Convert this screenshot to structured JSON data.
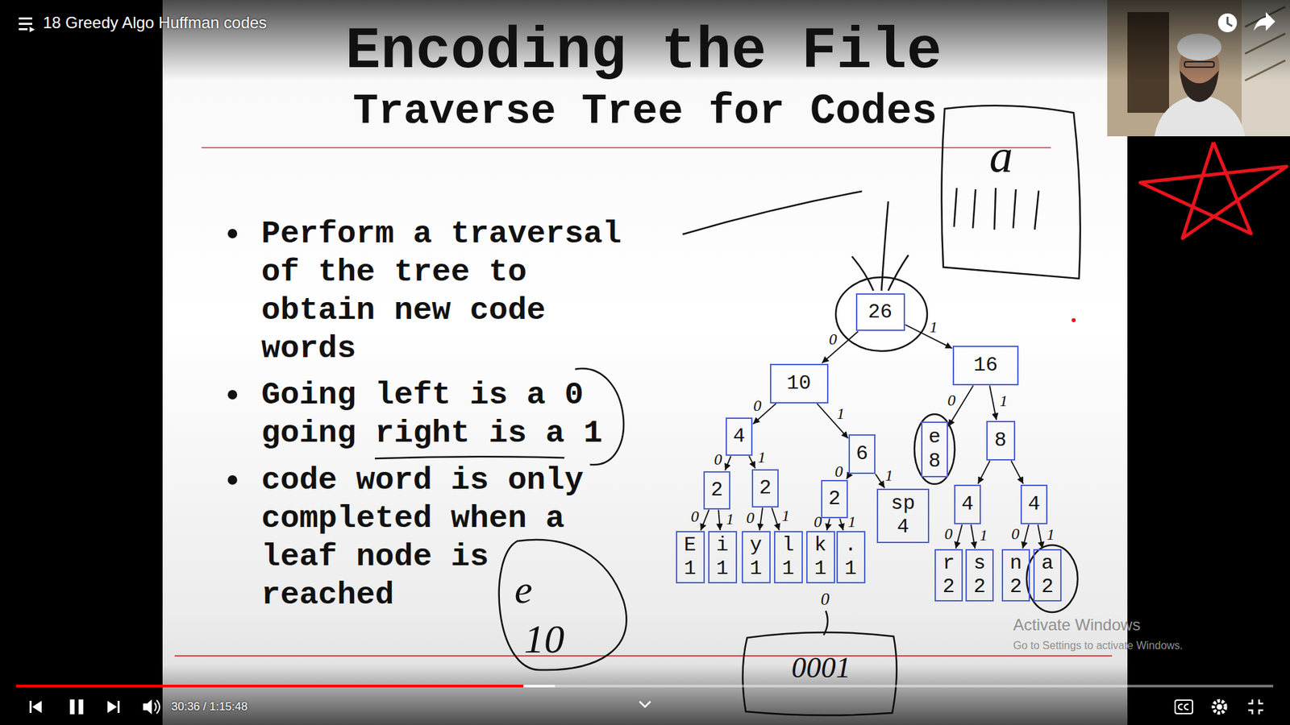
{
  "diagram": {
    "title": "Encoding the File",
    "nodes": [
      {
        "text": [
          "26"
        ]
      },
      {
        "text": [
          "10"
        ]
      },
      {
        "text": [
          "16"
        ]
      },
      {
        "text": [
          "4"
        ]
      },
      {
        "text": [
          "6"
        ]
      },
      {
        "text": [
          "e",
          "8"
        ]
      },
      {
        "text": [
          "8"
        ]
      },
      {
        "text": [
          "2"
        ]
      },
      {
        "text": [
          "2"
        ]
      },
      {
        "text": [
          "2"
        ]
      },
      {
        "text": [
          "sp",
          "4"
        ]
      },
      {
        "text": [
          "4"
        ]
      },
      {
        "text": [
          "4"
        ]
      },
      {
        "text": [
          "E",
          "1"
        ]
      },
      {
        "text": [
          "i",
          "1"
        ]
      },
      {
        "text": [
          "y",
          "1"
        ]
      },
      {
        "text": [
          "l",
          "1"
        ]
      },
      {
        "text": [
          "k",
          "1"
        ]
      },
      {
        "text": [
          ".",
          "1"
        ]
      },
      {
        "text": [
          "r",
          "2"
        ]
      },
      {
        "text": [
          "s",
          "2"
        ]
      },
      {
        "text": [
          "n",
          "2"
        ]
      },
      {
        "text": [
          "a",
          "2"
        ]
      }
    ],
    "edges": [
      {
        "from": 0,
        "to": 1,
        "arrow": "to",
        "label": "0"
      },
      {
        "from": 0,
        "to": 2,
        "arrow": "to",
        "label": "1"
      },
      {
        "from": 1,
        "to": 3,
        "arrow": "to",
        "label": "0"
      },
      {
        "from": 1,
        "to": 4,
        "arrow": "to",
        "label": "1"
      },
      {
        "from": 2,
        "to": 5,
        "arrow": "to",
        "label": "0"
      },
      {
        "from": 2,
        "to": 6,
        "arrow": "to",
        "label": "1"
      },
      {
        "from": 3,
        "to": 7,
        "arrow": "to",
        "label": "0"
      },
      {
        "from": 3,
        "to": 8,
        "arrow": "to",
        "label": "1"
      },
      {
        "from": 4,
        "to": 9,
        "arrow": "to",
        "label": "0"
      },
      {
        "from": 4,
        "to": 10,
        "arrow": "to",
        "label": "1"
      },
      {
        "from": 6,
        "to": 11,
        "arrow": "to"
      },
      {
        "from": 6,
        "to": 12,
        "arrow": "to"
      },
      {
        "from": 7,
        "to": 13,
        "arrow": "to",
        "label": "0"
      },
      {
        "from": 7,
        "to": 14,
        "arrow": "to",
        "label": "1"
      },
      {
        "from": 8,
        "to": 15,
        "arrow": "to",
        "label": "0"
      },
      {
        "from": 8,
        "to": 16,
        "arrow": "to",
        "label": "1"
      },
      {
        "from": 9,
        "to": 17,
        "arrow": "to",
        "label": "0"
      },
      {
        "from": 9,
        "to": 18,
        "arrow": "to",
        "label": "1"
      },
      {
        "from": 11,
        "to": 19,
        "arrow": "to",
        "label": "0"
      },
      {
        "from": 11,
        "to": 20,
        "arrow": "to",
        "label": "1"
      },
      {
        "from": 12,
        "to": 21,
        "arrow": "to",
        "label": "0"
      },
      {
        "from": 12,
        "to": 22,
        "arrow": "to",
        "label": "1"
      }
    ],
    "labels": [
      "18 Greedy Algo Huffman codes",
      "Traverse Tree for Codes",
      "Perform a traversal of the tree to obtain new code words",
      "Going left is a 0 going right is a 1",
      "code word is only completed when a leaf node is reached",
      "a",
      "e",
      "10",
      "0001",
      "0",
      "30:36 / 1:15:48",
      "Activate Windows",
      "Go to Settings to activate Windows."
    ]
  }
}
